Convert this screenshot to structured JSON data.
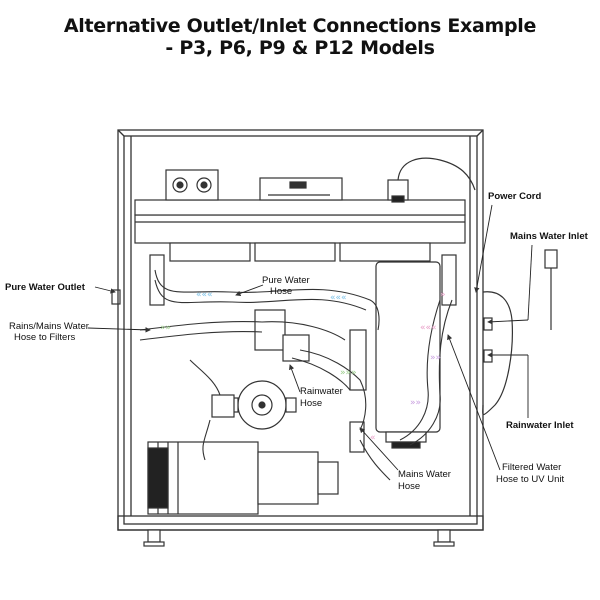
{
  "title": {
    "line1": "Alternative Outlet/Inlet Connections Example",
    "line2": "- P3, P6, P9 & P12 Models"
  },
  "labels": {
    "power_cord": "Power Cord",
    "mains_water_inlet": "Mains Water Inlet",
    "pure_water_outlet": "Pure Water Outlet",
    "rains_mains_line1": "Rains/Mains Water",
    "rains_mains_line2": "Hose to Filters",
    "pure_water_hose_line1": "Pure Water",
    "pure_water_hose_line2": "Hose",
    "rainwater_hose_line1": "Rainwater",
    "rainwater_hose_line2": "Hose",
    "rainwater_inlet": "Rainwater Inlet",
    "mains_water_hose_line1": "Mains Water",
    "mains_water_hose_line2": "Hose",
    "filtered_water_line1": "Filtered Water",
    "filtered_water_line2": "Hose to UV Unit"
  },
  "colors": {
    "line": "#333333",
    "pure_water_arrows": "#7fc3e8",
    "rain_arrows": "#e8a0c8",
    "mains_arrows": "#9acd8a",
    "filtered_arrows": "#c9a0e0"
  }
}
